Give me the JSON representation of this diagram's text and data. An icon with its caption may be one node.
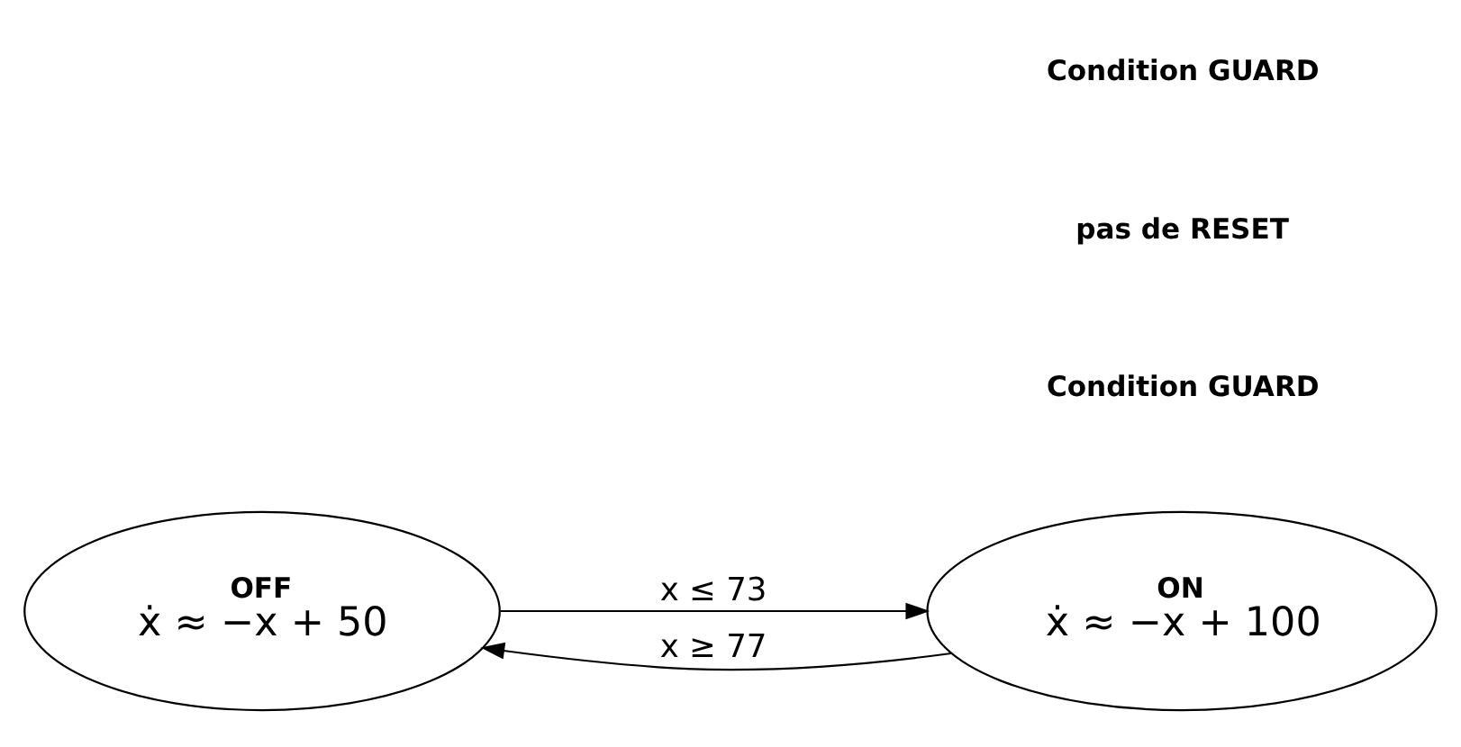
{
  "diagram": {
    "nodes": [
      {
        "text": [
          "OFF",
          "ẋ ≈ −x + 50"
        ]
      },
      {
        "text": [
          "ON",
          "ẋ ≈ −x + 100"
        ]
      }
    ],
    "edges": [
      {
        "from": 0,
        "to": 1,
        "arrow": "to",
        "label": "x ≤ 73"
      },
      {
        "from": 1,
        "to": 0,
        "arrow": "to",
        "label": "x ≥ 77"
      }
    ],
    "labels": [
      "Condition GUARD",
      "pas de RESET",
      "Condition GUARD"
    ]
  }
}
